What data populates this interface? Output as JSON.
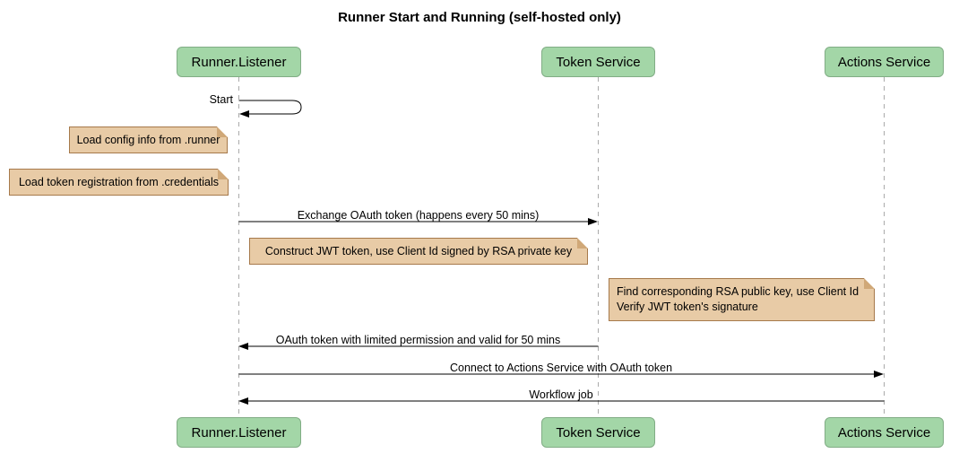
{
  "title": "Runner Start and Running (self-hosted only)",
  "participants": [
    {
      "label": "Runner.Listener"
    },
    {
      "label": "Token Service"
    },
    {
      "label": "Actions Service"
    }
  ],
  "messages": {
    "start": "Start",
    "exchange": "Exchange OAuth token (happens every 50 mins)",
    "oauth_return": "OAuth token with limited permission and valid for 50 mins",
    "connect": "Connect to Actions Service with OAuth token",
    "workflow": "Workflow job"
  },
  "notes": {
    "load_config": "Load config info from .runner",
    "load_token": "Load token registration from .credentials",
    "construct_jwt": "Construct JWT token, use Client Id signed by RSA private key",
    "find_rsa": {
      "lines": [
        "Find corresponding RSA public key, use Client Id",
        "Verify JWT token's signature"
      ]
    }
  },
  "colors": {
    "participant_fill": "#a3d6a7",
    "participant_border": "#81ad85",
    "note_fill": "#e8cba6",
    "note_border": "#a6794b",
    "lifeline": "#aaaaaa",
    "arrow": "#000000"
  }
}
